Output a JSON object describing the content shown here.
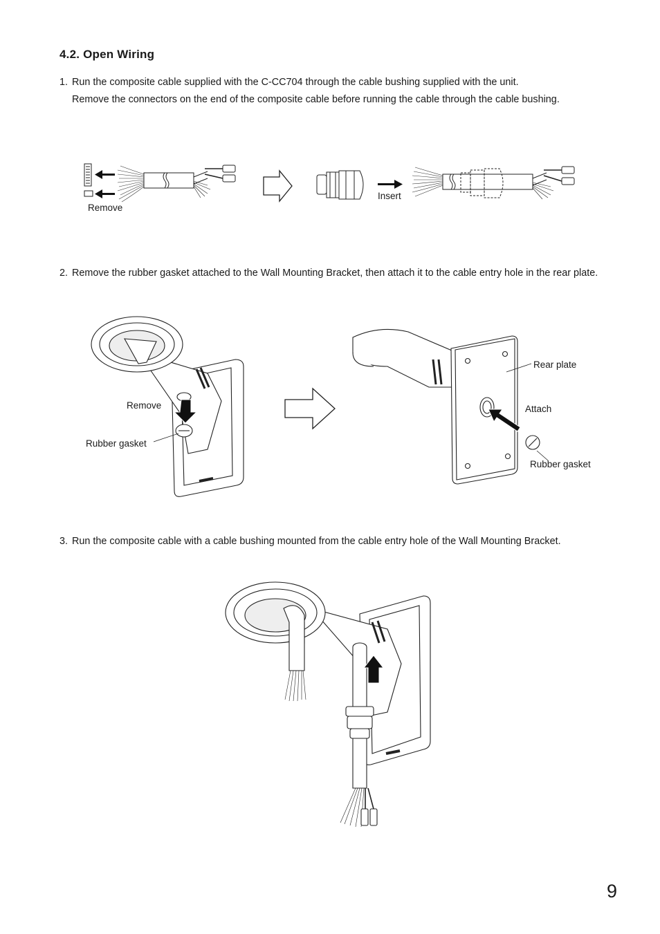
{
  "section": {
    "title": "4.2. Open Wiring"
  },
  "steps": [
    {
      "number": "1.",
      "text": "Run the composite cable supplied with the C-CC704 through the cable bushing supplied with the unit.",
      "note": "Remove the connectors on the end of the composite cable before running the cable through the cable bushing."
    },
    {
      "number": "2.",
      "text": "Remove the rubber gasket attached to the Wall Mounting Bracket, then attach it to the cable entry hole in the rear plate."
    },
    {
      "number": "3.",
      "text": "Run the composite cable with a cable bushing mounted from the cable entry hole of the Wall Mounting Bracket."
    }
  ],
  "figure1": {
    "label_remove": "Remove",
    "label_insert": "Insert"
  },
  "figure2": {
    "label_remove": "Remove",
    "label_rubber_gasket_left": "Rubber gasket",
    "label_rear_plate": "Rear plate",
    "label_attach": "Attach",
    "label_rubber_gasket_right": "Rubber gasket"
  },
  "page_number": "9"
}
